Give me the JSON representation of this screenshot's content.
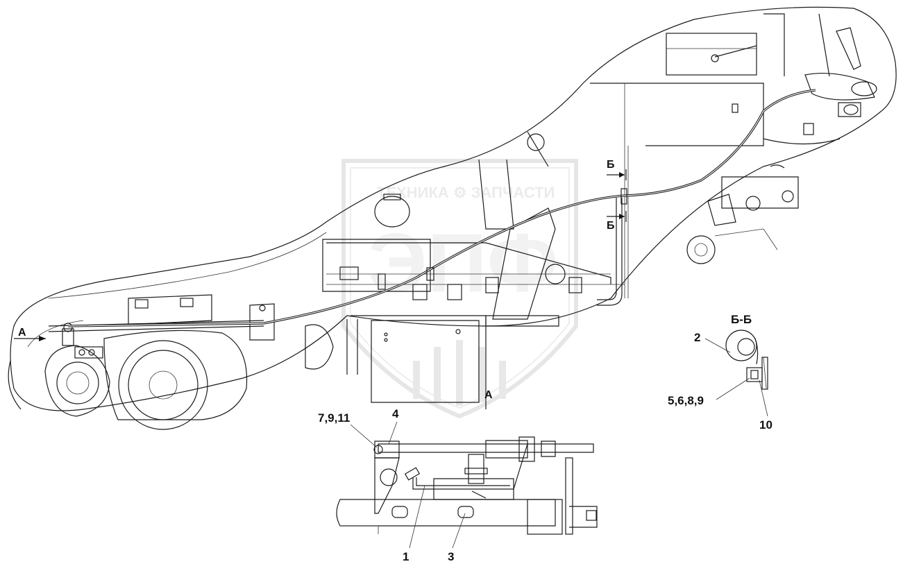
{
  "watermark": {
    "brand_text": "ТЕХНИКА ⚙ ЗАПЧАСТИ",
    "logo_letters": "ЭПФ"
  },
  "view_labels": {
    "view_a_arrow": "A",
    "view_a_bottom": "A",
    "section_b_top": "Б",
    "section_b_bottom": "Б",
    "section_title": "Б-Б"
  },
  "callouts": {
    "c1": "1",
    "c2": "2",
    "c3": "3",
    "c4": "4",
    "c7911": "7,9,11",
    "c5689": "5,6,8,9",
    "c10": "10"
  },
  "colors": {
    "line": "#1a1a1a",
    "watermark": "#dcdcdc",
    "background": "#ffffff"
  }
}
